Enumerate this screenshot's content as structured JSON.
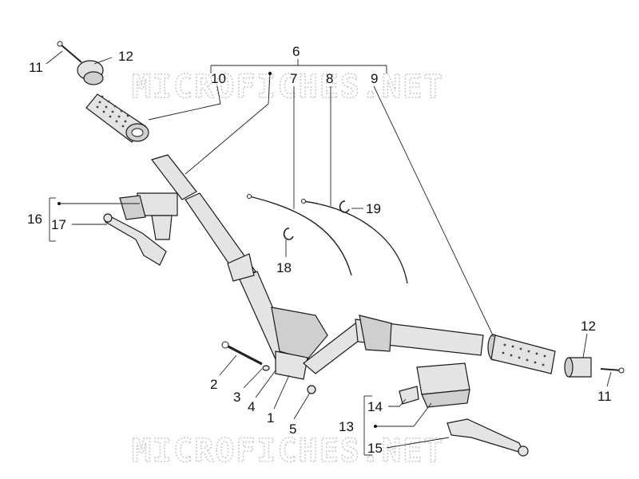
{
  "watermark": {
    "top": "MICROFICHES.NET",
    "bottom": "MICROFICHES.NET"
  },
  "callouts": {
    "c1": "1",
    "c2": "2",
    "c3": "3",
    "c4": "4",
    "c5": "5",
    "c6": "6",
    "c7": "7",
    "c8": "8",
    "c9": "9",
    "c10": "10",
    "c11a": "11",
    "c11b": "11",
    "c12a": "12",
    "c12b": "12",
    "c13": "13",
    "c14": "14",
    "c15": "15",
    "c16": "16",
    "c17": "17",
    "c18": "18",
    "c19": "19"
  }
}
